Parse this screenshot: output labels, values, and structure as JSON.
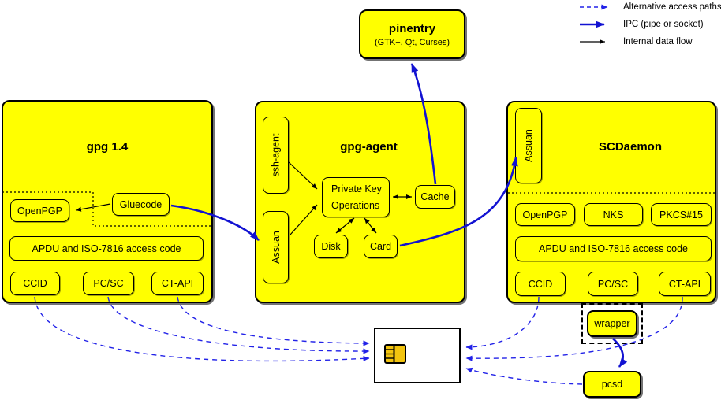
{
  "legend": {
    "items": [
      {
        "label": "Alternative access paths",
        "style": "dashed-blue"
      },
      {
        "label": "IPC (pipe or socket)",
        "style": "solid-blue"
      },
      {
        "label": "Internal data flow",
        "style": "solid-black"
      }
    ]
  },
  "pinentry": {
    "title": "pinentry",
    "subtitle": "(GTK+, Qt, Curses)"
  },
  "gpg": {
    "title": "gpg 1.4",
    "openpgp": "OpenPGP",
    "gluecode": "Gluecode",
    "apdu": "APDU and ISO-7816 access code",
    "ccid": "CCID",
    "pcsc": "PC/SC",
    "ctapi": "CT-API"
  },
  "agent": {
    "title": "gpg-agent",
    "ssh_agent": "ssh-agent",
    "assuan": "Assuan",
    "pko_line1": "Private Key",
    "pko_line2": "Operations",
    "cache": "Cache",
    "disk": "Disk",
    "card": "Card"
  },
  "scdaemon": {
    "title": "SCDaemon",
    "assuan": "Assuan",
    "openpgp": "OpenPGP",
    "nks": "NKS",
    "pkcs15": "PKCS#15",
    "apdu": "APDU and ISO-7816 access code",
    "ccid": "CCID",
    "pcsc": "PC/SC",
    "ctapi": "CT-API"
  },
  "external": {
    "wrapper": "wrapper",
    "pcsd": "pcsd"
  },
  "colors": {
    "node_fill": "#ffff00",
    "border": "#000000",
    "ipc_blue": "#1212d2",
    "alt_blue": "#2222e8",
    "internal_black": "#000000",
    "chip_gold": "#f2c40f",
    "card_white": "#ffffff"
  }
}
